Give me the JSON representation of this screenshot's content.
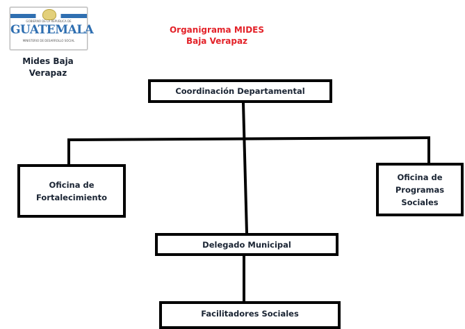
{
  "logo": {
    "wordmark": "GUATEMALA",
    "top_text": "GOBIERNO DE LA REPUBLICA DE",
    "bottom_text": "MINISTERIO DE DESARROLLO SOCIAL",
    "colors": {
      "blue": "#2f6fb1",
      "gold": "#e3d07a"
    }
  },
  "org_caption": [
    "Mides Baja",
    "Verapaz"
  ],
  "title": [
    "Organigrama MIDES",
    "Baja Verapaz"
  ],
  "colors": {
    "title": "#e32229",
    "text": "#1a2433",
    "border": "#000000"
  },
  "nodes": {
    "coordination": "Coordinación Departamental",
    "strengthening": [
      "Oficina de",
      "Fortalecimiento"
    ],
    "programs": [
      "Oficina de",
      "Programas",
      "Sociales"
    ],
    "delegate": "Delegado Municipal",
    "facilitators": "Facilitadores Sociales"
  }
}
